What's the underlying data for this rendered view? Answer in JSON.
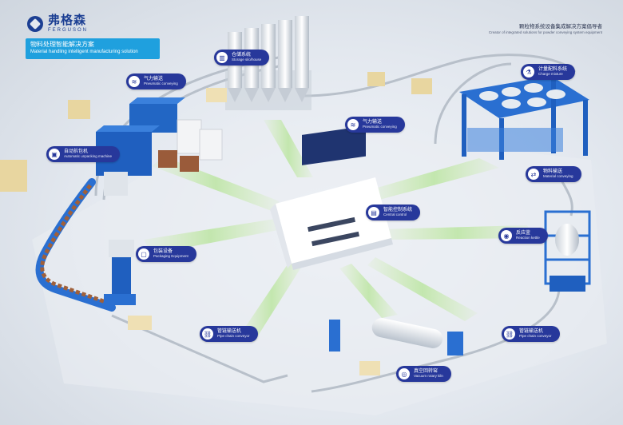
{
  "brand": {
    "name_cn": "弗格森",
    "name_en": "FERGUSON"
  },
  "banner": {
    "title_cn": "物料处理智能解决方案",
    "title_en": "Material handling intelligent manufacturing solution"
  },
  "tagline": {
    "cn": "颗粒物系统设备集成解决方案倡导者",
    "en": "Creator of integrated solutions for powder conveying system equipment"
  },
  "colors": {
    "accent": "#1fa0de",
    "label_bg": "#27389b",
    "machine_blue": "#1f5fbf",
    "beam_green": "#9fe070"
  },
  "labels": [
    {
      "id": "storage-silo",
      "icon": "silo-icon",
      "glyph": "▥",
      "cn": "仓储系统",
      "en": "Storage silo/house"
    },
    {
      "id": "pneumatic-conveying-left",
      "icon": "pipe-icon",
      "glyph": "≋",
      "cn": "气力输送",
      "en": "Pneumatic conveying"
    },
    {
      "id": "pneumatic-conveying-center",
      "icon": "pipe-icon",
      "glyph": "≋",
      "cn": "气力输送",
      "en": "Pneumatic conveying"
    },
    {
      "id": "charge-mixture",
      "icon": "mixer-icon",
      "glyph": "⚗",
      "cn": "计量配料系统",
      "en": "Charge mixture"
    },
    {
      "id": "unpacking-machine",
      "icon": "unpack-icon",
      "glyph": "▣",
      "cn": "自动拆包机",
      "en": "Automatic unpacking machine"
    },
    {
      "id": "material-conveying",
      "icon": "conveyor-icon",
      "glyph": "⇄",
      "cn": "物料输送",
      "en": "Material conveying"
    },
    {
      "id": "central-control",
      "icon": "monitor-icon",
      "glyph": "▤",
      "cn": "智能控制系统",
      "en": "Central control"
    },
    {
      "id": "reaction-kettle",
      "icon": "kettle-icon",
      "glyph": "◉",
      "cn": "反应釜",
      "en": "Reaction kettle"
    },
    {
      "id": "packaging-equipment",
      "icon": "package-icon",
      "glyph": "▢",
      "cn": "包装设备",
      "en": "Packaging Equipment"
    },
    {
      "id": "pipe-chain-conveyor-left",
      "icon": "chain-icon",
      "glyph": "⛓",
      "cn": "管链输送机",
      "en": "Pipe chain conveyor"
    },
    {
      "id": "pipe-chain-conveyor-right",
      "icon": "chain-icon",
      "glyph": "⛓",
      "cn": "管链输送机",
      "en": "Pipe chain conveyor"
    },
    {
      "id": "vacuum-rotary-kiln",
      "icon": "kiln-icon",
      "glyph": "◎",
      "cn": "真空回转窑",
      "en": "Vacuum rotary kiln"
    }
  ]
}
